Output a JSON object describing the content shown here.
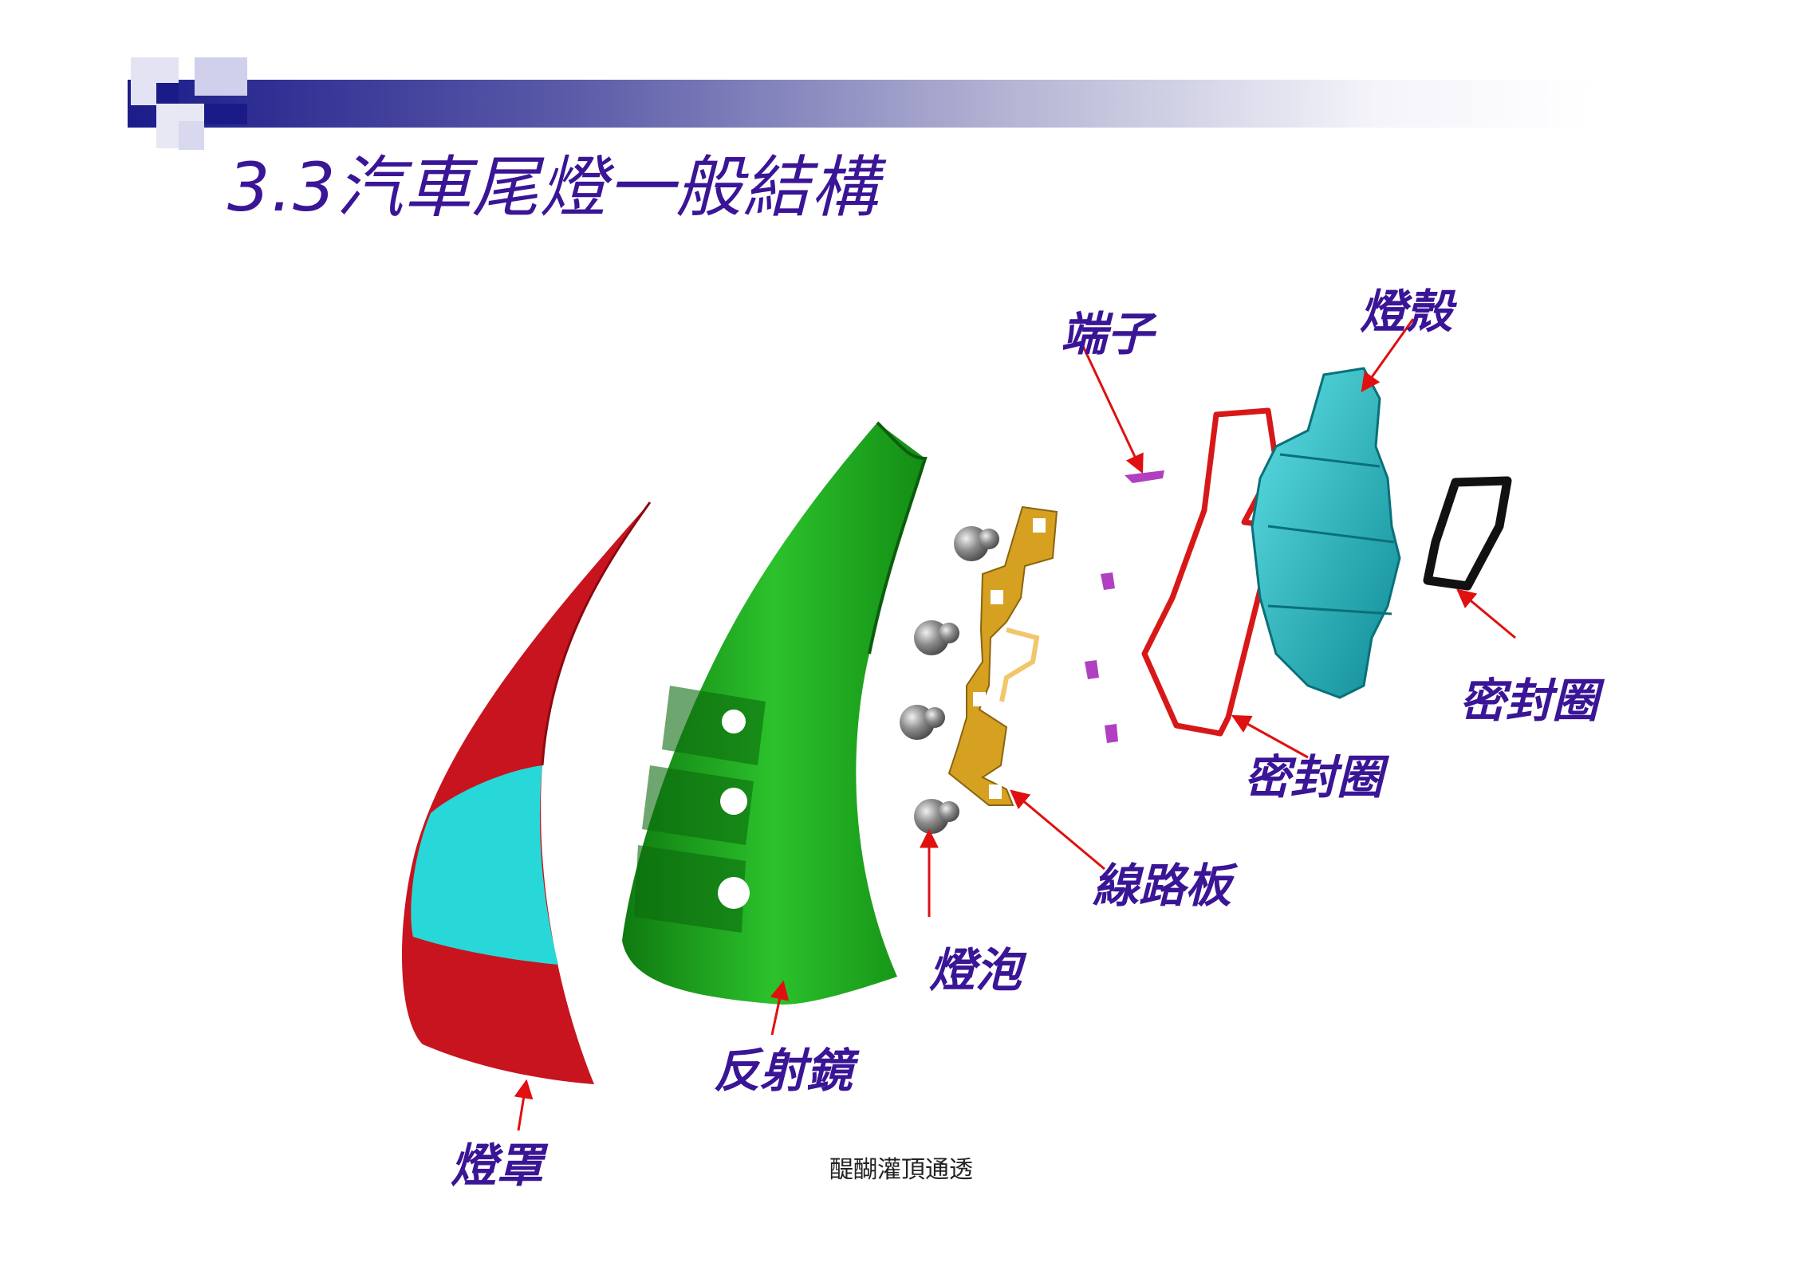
{
  "title": "3.3汽車尾燈一般結構",
  "labels": {
    "terminal": "端子",
    "housing": "燈殼",
    "seal_right": "密封圈",
    "seal_middle": "密封圈",
    "circuit_board": "線路板",
    "bulb": "燈泡",
    "reflector": "反射鏡",
    "lens": "燈罩"
  },
  "footer": "醍醐灌頂通透",
  "colors": {
    "lens_red": "#c8141e",
    "lens_cyan": "#28d8d8",
    "reflector_green": "#1aa21a",
    "circuit_gold": "#d6a020",
    "housing_teal": "#1fb0b8",
    "seal_red": "#d81818",
    "terminal_purple": "#b040c0",
    "arrow_red": "#e01010",
    "label_purple": "#3a1596"
  }
}
